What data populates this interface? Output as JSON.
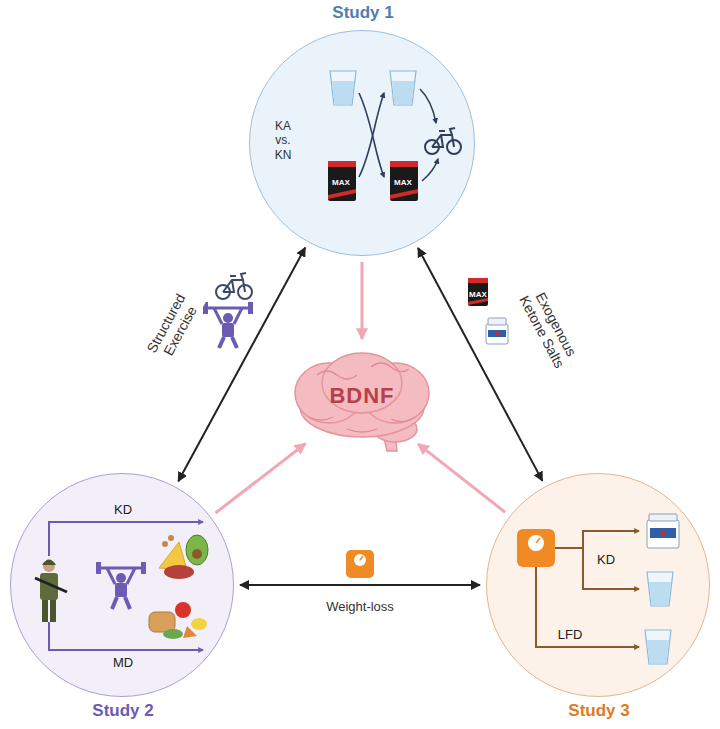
{
  "diagram": {
    "nodes": [
      {
        "text": [
          "Study 1",
          "KA vs. KN"
        ]
      },
      {
        "text": [
          "BDNF"
        ]
      },
      {
        "text": [
          "Study 2",
          "KD",
          "MD"
        ]
      },
      {
        "text": [
          "Study 3",
          "KD",
          "LFD"
        ]
      }
    ],
    "edges": [
      {
        "from": 0,
        "to": 2,
        "label": "Structured Exercise",
        "arrow": "both"
      },
      {
        "from": 0,
        "to": 3,
        "label": "Exogenous Ketone Salts",
        "arrow": "both"
      },
      {
        "from": 2,
        "to": 3,
        "label": "Weight-loss",
        "arrow": "both"
      },
      {
        "from": 0,
        "to": 1,
        "arrow": "to"
      },
      {
        "from": 2,
        "to": 1,
        "arrow": "to"
      },
      {
        "from": 3,
        "to": 1,
        "arrow": "to"
      }
    ],
    "labels": [
      "MAX",
      "MAX",
      "MAX"
    ]
  }
}
